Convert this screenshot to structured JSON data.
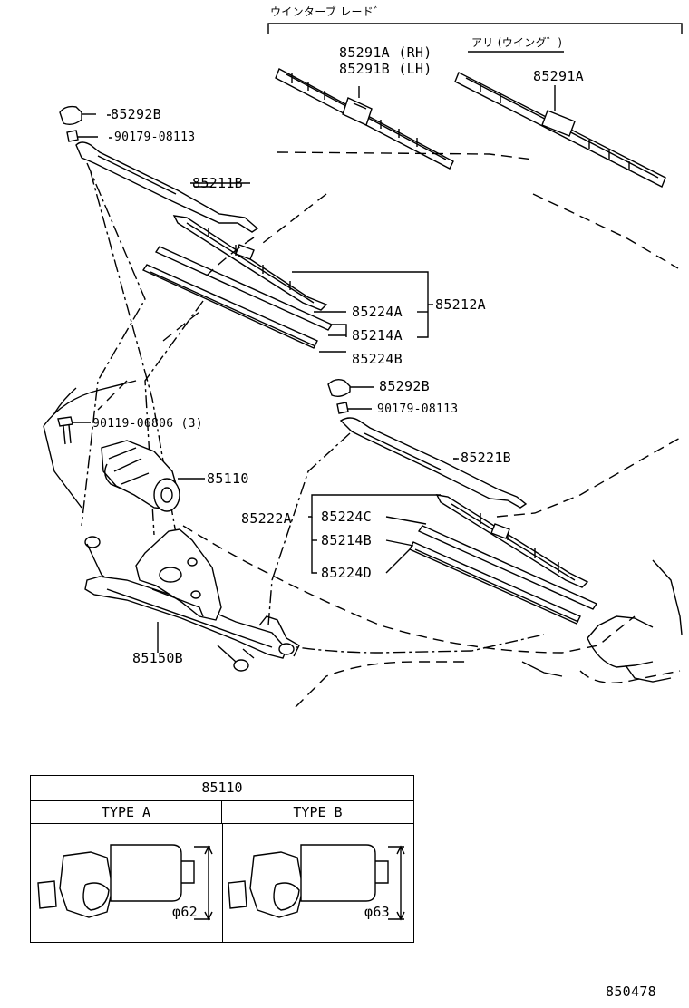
{
  "header": {
    "wiper_blade_jp": "ウインターブ レード゛",
    "with_wing_jp": "アリ (ウイング゛)"
  },
  "parts": {
    "p85291A_RH": "85291A (RH)",
    "p85291B_LH": "85291B (LH)",
    "p85291A": "85291A",
    "p85292B_top": "85292B",
    "p90179_top": "90179-08113",
    "p85211B": "85211B",
    "p85212A": "85212A",
    "p85224A": "85224A",
    "p85214A": "85214A",
    "p85224B": "85224B",
    "p85292B_mid": "85292B",
    "p90179_mid": "90179-08113",
    "p90119": "90119-06806 (3)",
    "p85110": "85110",
    "p85221B": "85221B",
    "p85222A": "85222A",
    "p85224C": "85224C",
    "p85214B": "85214B",
    "p85224D": "85224D",
    "p85150B": "85150B"
  },
  "motor_table": {
    "title": "85110",
    "type_a": "TYPE A",
    "type_b": "TYPE B",
    "dim_a": "φ62",
    "dim_b": "φ63"
  },
  "illustration_id": "850478"
}
